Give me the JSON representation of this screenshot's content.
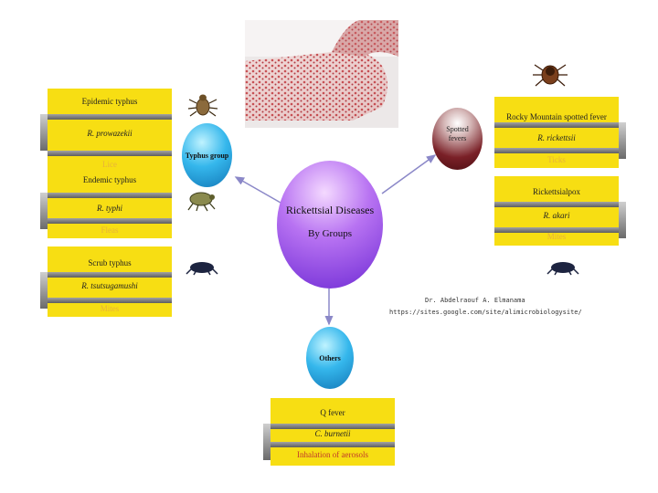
{
  "center": {
    "title": "Rickettsial Diseases",
    "subtitle": "By Groups"
  },
  "groups": {
    "typhus": "Typhus group",
    "spotted": "Spotted fevers",
    "others": "Others"
  },
  "cards": {
    "epidemic": {
      "name": "Epidemic typhus",
      "agent": "R. prowazekii",
      "vector": "Lice"
    },
    "endemic": {
      "name": "Endemic typhus",
      "agent": "R. typhi",
      "vector": "Fleas"
    },
    "scrub": {
      "name": "Scrub typhus",
      "agent": "R. tsutsugamushi",
      "vector": "Mites"
    },
    "rmsf": {
      "name": "Rocky Mountain spotted fever",
      "agent": "R. rickettsii",
      "vector": "Ticks"
    },
    "rickettsialpox": {
      "name": "Rickettsialpox",
      "agent": "R. akari",
      "vector": "Mites"
    },
    "qfever": {
      "name": "Q fever",
      "agent": "C. burnetii",
      "vector": "Inhalation of aerosols"
    }
  },
  "credit": {
    "author": "Dr. Abdelraouf A. Elmanama",
    "url": "https://sites.google.com/site/alimicrobiologysite/"
  },
  "colors": {
    "card": "#f7de13",
    "vector_text": "#e8b23a",
    "arrow": "#8b88c8"
  }
}
